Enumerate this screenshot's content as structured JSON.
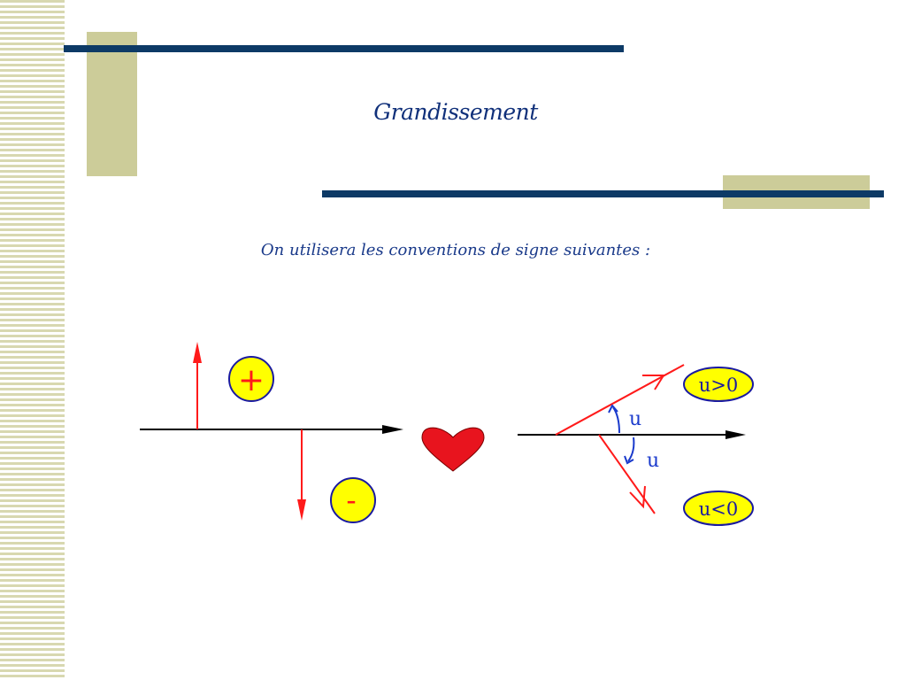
{
  "slide": {
    "title": "Grandissement",
    "subtitle": "On utilisera les conventions de signe suivantes :"
  },
  "diagram": {
    "plus_sign": "+",
    "minus_sign": "-",
    "angle_label_upper": "u",
    "angle_label_lower": "u",
    "positive_badge": "u>0",
    "negative_badge": "u<0"
  },
  "colors": {
    "navy_bar": "#0d3a66",
    "khaki_block": "#cccc99",
    "title_text": "#10307a",
    "arrow_red": "#ff1a1a",
    "axis_black": "#000000",
    "badge_yellow": "#ffff00",
    "badge_border": "#1a1aa0",
    "angle_blue": "#1a3acc",
    "heart_red": "#e8141e"
  }
}
